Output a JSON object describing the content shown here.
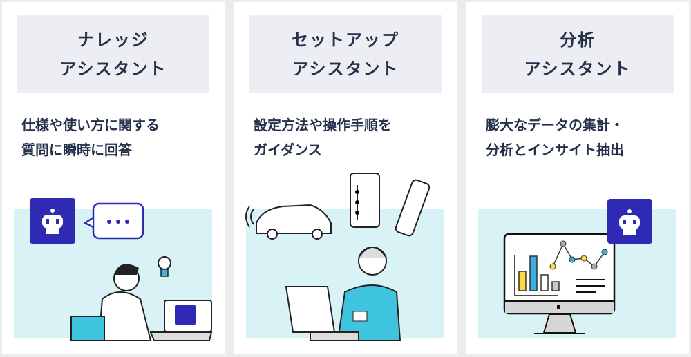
{
  "cards": [
    {
      "title_lines": [
        "ナレッジ",
        "アシスタント"
      ],
      "description_lines": [
        "仕様や使い方に関する",
        "質問に瞬時に回答"
      ]
    },
    {
      "title_lines": [
        "セットアップ",
        "アシスタント"
      ],
      "description_lines": [
        "設定方法や操作手順を",
        "ガイダンス"
      ]
    },
    {
      "title_lines": [
        "分析",
        "アシスタント"
      ],
      "description_lines": [
        "膨大なデータの集計・",
        "分析とインサイト抽出"
      ]
    }
  ],
  "colors": {
    "robot_badge": "#2f2ab3",
    "title_bg": "#eceef3",
    "illustration_bg": "#d9f2f5",
    "text": "#25304a"
  }
}
